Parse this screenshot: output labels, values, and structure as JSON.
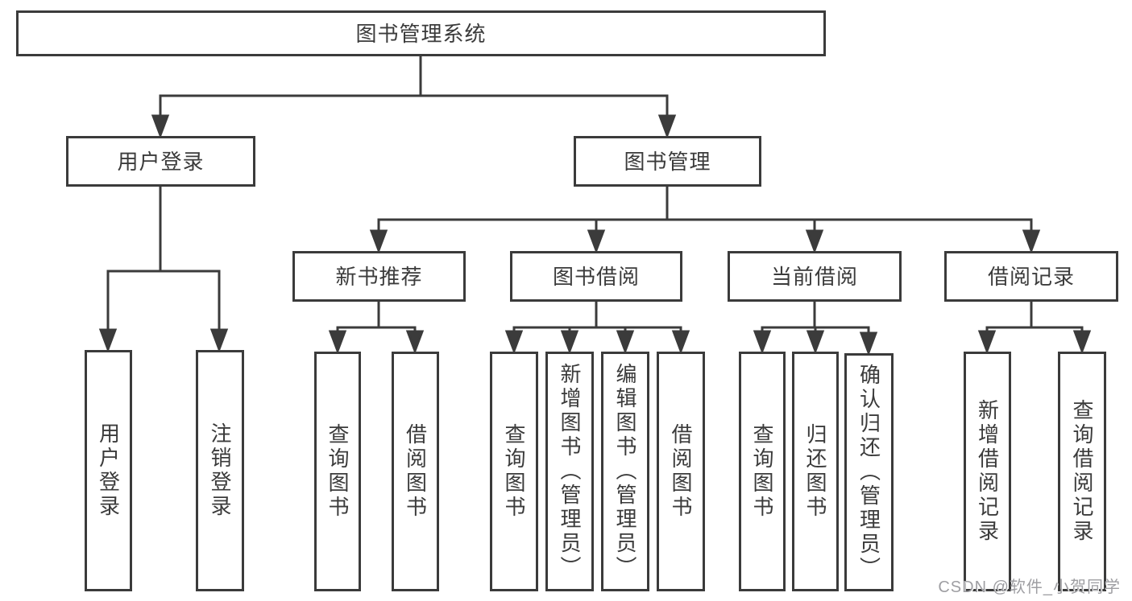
{
  "watermark": {
    "text": "CSDN @软件_小贺同学"
  },
  "colors": {
    "line": "#3b3b3b",
    "box_border": "#3b3b3b",
    "box_fill": "#ffffff",
    "text": "#3b3b3b",
    "background": "#ffffff",
    "watermark_text": "#9e9ea2"
  },
  "tree": {
    "root": {
      "label": "图书管理系统",
      "children": [
        {
          "label": "用户登录",
          "children": [
            {
              "label": "用户登录"
            },
            {
              "label": "注销登录"
            }
          ]
        },
        {
          "label": "图书管理",
          "children": [
            {
              "label": "新书推荐",
              "children": [
                {
                  "label": "查询图书"
                },
                {
                  "label": "借阅图书"
                }
              ]
            },
            {
              "label": "图书借阅",
              "children": [
                {
                  "label": "查询图书"
                },
                {
                  "label": "新增图书（管理员）"
                },
                {
                  "label": "编辑图书（管理员）"
                },
                {
                  "label": "借阅图书"
                }
              ]
            },
            {
              "label": "当前借阅",
              "children": [
                {
                  "label": "查询图书"
                },
                {
                  "label": "归还图书"
                },
                {
                  "label": "确认归还（管理员）"
                }
              ]
            },
            {
              "label": "借阅记录",
              "children": [
                {
                  "label": "新增借阅记录"
                },
                {
                  "label": "查询借阅记录"
                }
              ]
            }
          ]
        }
      ]
    }
  }
}
